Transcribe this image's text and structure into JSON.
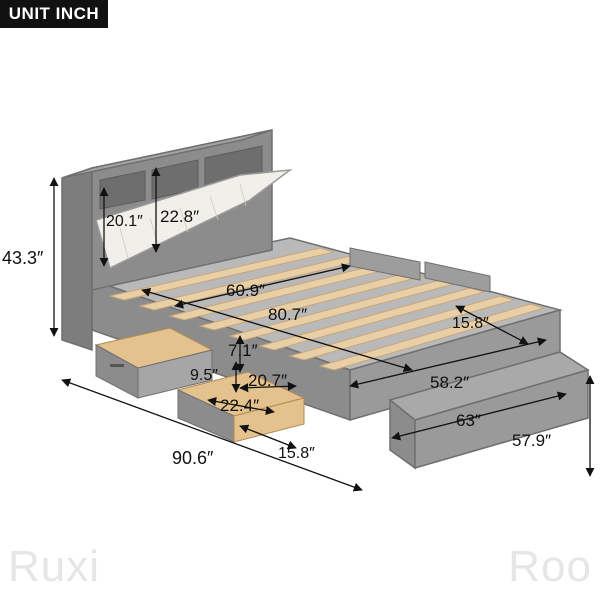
{
  "unit_label": "UNIT INCH",
  "dimensions": {
    "height_total": "43.3″",
    "headboard_shelf": "20.1″",
    "headboard_cushion": "22.8″",
    "inner_width": "60.9″",
    "inner_length": "80.7″",
    "drawer_height": "7.1″",
    "drawer_inner_depth": "9.5″",
    "drawer_inner_width": "20.7″",
    "drawer_width": "22.4″",
    "overall_length": "90.6″",
    "drawer_depth": "15.8″",
    "trundle_side": "15.8″",
    "trundle_length": "58.2″",
    "trundle_width": "63″",
    "foot_width": "57.9″"
  },
  "watermark": {
    "left": "Ruxi",
    "right": "Roo"
  },
  "colors": {
    "frame": "#8c8c8c",
    "frame_dark": "#6f6f6f",
    "slat": "#e9cfa6",
    "drawer_wood": "#e3c28e",
    "cushion": "#f1efe9",
    "badge_bg": "#111111"
  }
}
